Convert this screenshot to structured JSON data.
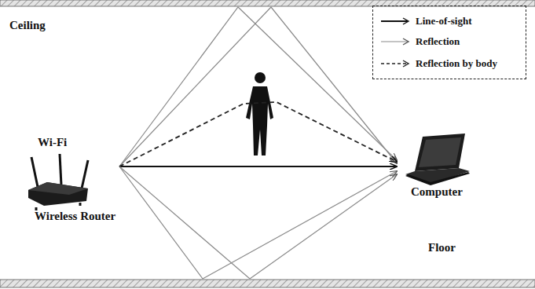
{
  "diagram": {
    "nodes": [
      {
        "text": [
          "Wi-Fi",
          "Wireless Router"
        ]
      },
      {
        "text": [
          "Computer"
        ]
      }
    ],
    "edges": [
      {
        "from": 0,
        "to": 1,
        "arrow": "to"
      },
      {
        "from": 0,
        "to": 1,
        "arrow": "to"
      },
      {
        "from": 0,
        "to": 1,
        "arrow": "to"
      },
      {
        "from": 0,
        "to": 1,
        "arrow": "to"
      },
      {
        "from": 0,
        "to": 1,
        "arrow": "to"
      },
      {
        "from": 0,
        "to": 1,
        "arrow": "to"
      }
    ],
    "labels": [
      "Ceiling",
      "Floor"
    ],
    "legend": [
      {
        "text": "Line-of-sight"
      },
      {
        "text": "Reflection"
      },
      {
        "text": "Reflection by body"
      }
    ]
  }
}
